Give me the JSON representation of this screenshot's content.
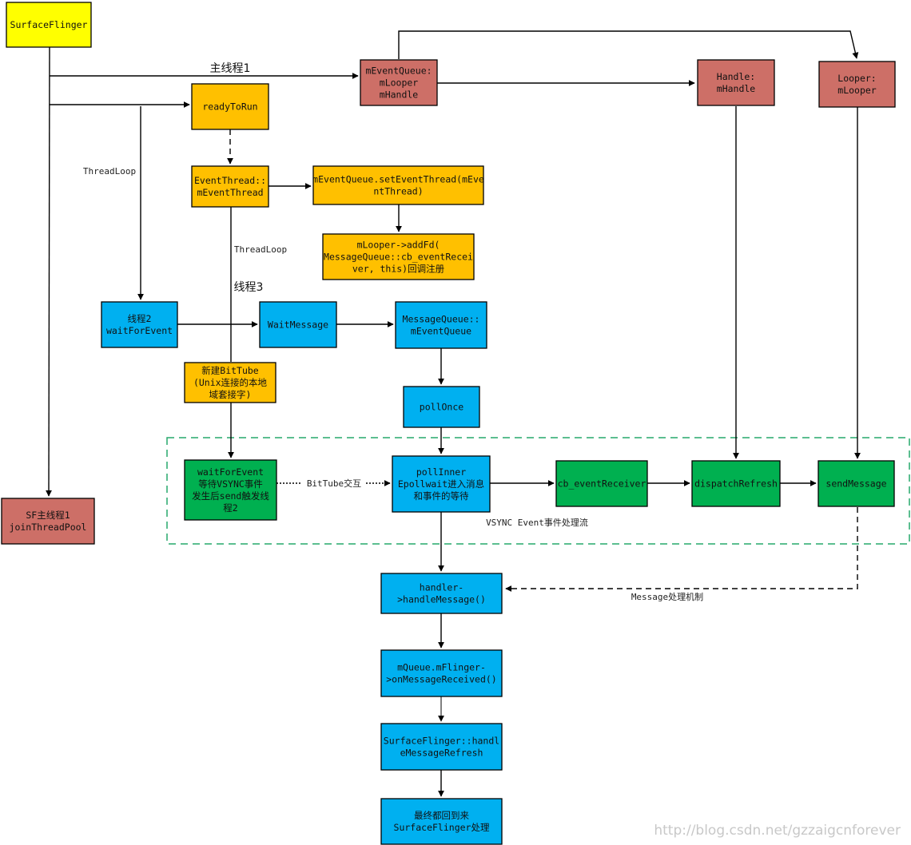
{
  "colors": {
    "yellow": "#ffff00",
    "red": "#cd6f67",
    "orange": "#ffc000",
    "blue": "#00b0f0",
    "green": "#00b050",
    "group_border": "#27a86b",
    "line": "#000000"
  },
  "nodes": {
    "surfaceflinger": {
      "lines": [
        "SurfaceFlinger"
      ],
      "color": "yellow"
    },
    "sf_main_thread": {
      "lines": [
        "SF主线程1",
        "joinThreadPool"
      ],
      "color": "red"
    },
    "meventqueue": {
      "lines": [
        "mEventQueue:",
        "mLooper",
        "mHandle"
      ],
      "color": "red"
    },
    "handle": {
      "lines": [
        "Handle:",
        "mHandle"
      ],
      "color": "red"
    },
    "looper": {
      "lines": [
        "Looper:",
        "mLooper"
      ],
      "color": "red"
    },
    "readytorun": {
      "lines": [
        "readyToRun"
      ],
      "color": "orange"
    },
    "eventthread": {
      "lines": [
        "EventThread::",
        "mEventThread"
      ],
      "color": "orange"
    },
    "seteventthread": {
      "lines": [
        "mEventQueue.setEventThread(mEve",
        "ntThread)"
      ],
      "color": "orange"
    },
    "addfd": {
      "lines": [
        "mLooper->addFd(",
        "MessageQueue::cb_eventRecei",
        "ver, this)回调注册"
      ],
      "color": "orange"
    },
    "bittube": {
      "lines": [
        "新建BitTube",
        "(Unix连接的本地",
        "域套接字)"
      ],
      "color": "orange"
    },
    "thread2": {
      "lines": [
        "线程2",
        "waitForEvent"
      ],
      "color": "blue"
    },
    "waitmessage": {
      "lines": [
        "WaitMessage"
      ],
      "color": "blue"
    },
    "mq_eventqueue": {
      "lines": [
        "MessageQueue::",
        "mEventQueue"
      ],
      "color": "blue"
    },
    "pollonce": {
      "lines": [
        "pollOnce"
      ],
      "color": "blue"
    },
    "pollinner": {
      "lines": [
        "pollInner",
        "Epollwait进入消息",
        "和事件的等待"
      ],
      "color": "blue"
    },
    "waitforevent_green": {
      "lines": [
        "waitForEvent",
        "等待VSYNC事件",
        "发生后send触发线",
        "程2"
      ],
      "color": "green"
    },
    "cb_eventreceiver": {
      "lines": [
        "cb_eventReceiver"
      ],
      "color": "green"
    },
    "dispatchrefresh": {
      "lines": [
        "dispatchRefresh"
      ],
      "color": "green"
    },
    "sendmessage": {
      "lines": [
        "sendMessage"
      ],
      "color": "green"
    },
    "handlemessage": {
      "lines": [
        "handler-",
        ">handleMessage()"
      ],
      "color": "blue"
    },
    "onmessagereceived": {
      "lines": [
        "mQueue.mFlinger-",
        ">onMessageReceived()"
      ],
      "color": "blue"
    },
    "handlemessagerefresh": {
      "lines": [
        "SurfaceFlinger::handl",
        "eMessageRefresh"
      ],
      "color": "blue"
    },
    "final": {
      "lines": [
        "最终都回到来",
        "SurfaceFlinger处理"
      ],
      "color": "blue"
    }
  },
  "labels": {
    "main_thread1": "主线程1",
    "threadloop_left": "ThreadLoop",
    "threadloop_mid": "ThreadLoop",
    "thread3": "线程3",
    "bittube_exchange": "BitTube交互",
    "vsync_flow": "VSYNC Event事件处理流",
    "message_mechanism": "Message处理机制"
  },
  "watermark": "http://blog.csdn.net/gzzaigcnforever"
}
